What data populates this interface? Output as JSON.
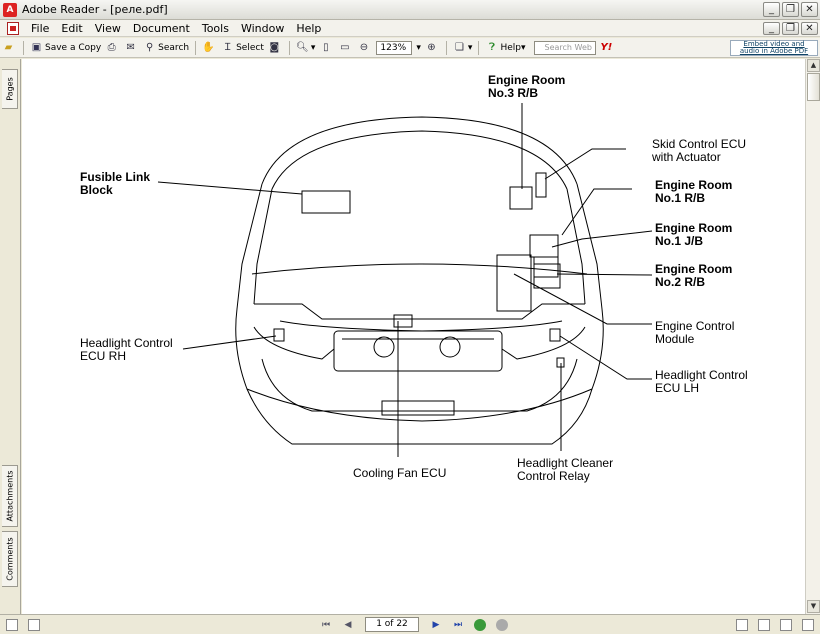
{
  "window": {
    "title": "Adobe Reader - [реле.pdf]",
    "controls": {
      "minimize": "_",
      "restore": "❐",
      "close": "✕"
    }
  },
  "menu": {
    "items": [
      "File",
      "Edit",
      "View",
      "Document",
      "Tools",
      "Window",
      "Help"
    ]
  },
  "toolbar": {
    "save_copy_label": "Save a Copy",
    "search_label": "Search",
    "select_label": "Select",
    "zoom_value": "123%",
    "help_label": "Help",
    "search_placeholder": "Search Web",
    "yahoo_label": "Y!",
    "promo_line1": "Embed video and",
    "promo_line2": "audio in Adobe PDF"
  },
  "left_panel": {
    "tabs": [
      "Pages",
      "Attachments",
      "Comments"
    ]
  },
  "diagram": {
    "labels": {
      "engine_room_no3": [
        "Engine Room",
        "No.3 R/B"
      ],
      "fusible_link_block": [
        "Fusible Link",
        "Block"
      ],
      "skid_control_ecu": [
        "Skid Control ECU",
        "with Actuator"
      ],
      "engine_room_no1_rb": [
        "Engine Room",
        "No.1 R/B"
      ],
      "engine_room_no1_jb": [
        "Engine Room",
        "No.1 J/B"
      ],
      "engine_room_no2_rb": [
        "Engine Room",
        "No.2 R/B"
      ],
      "engine_control_module": [
        "Engine Control",
        "Module"
      ],
      "headlight_control_ecu_rh": [
        "Headlight Control",
        "ECU RH"
      ],
      "headlight_control_ecu_lh": [
        "Headlight Control",
        "ECU LH"
      ],
      "cooling_fan_ecu": [
        "Cooling Fan ECU"
      ],
      "headlight_cleaner_relay": [
        "Headlight Cleaner",
        "Control Relay"
      ]
    }
  },
  "status": {
    "page_indicator": "1 of 22"
  }
}
